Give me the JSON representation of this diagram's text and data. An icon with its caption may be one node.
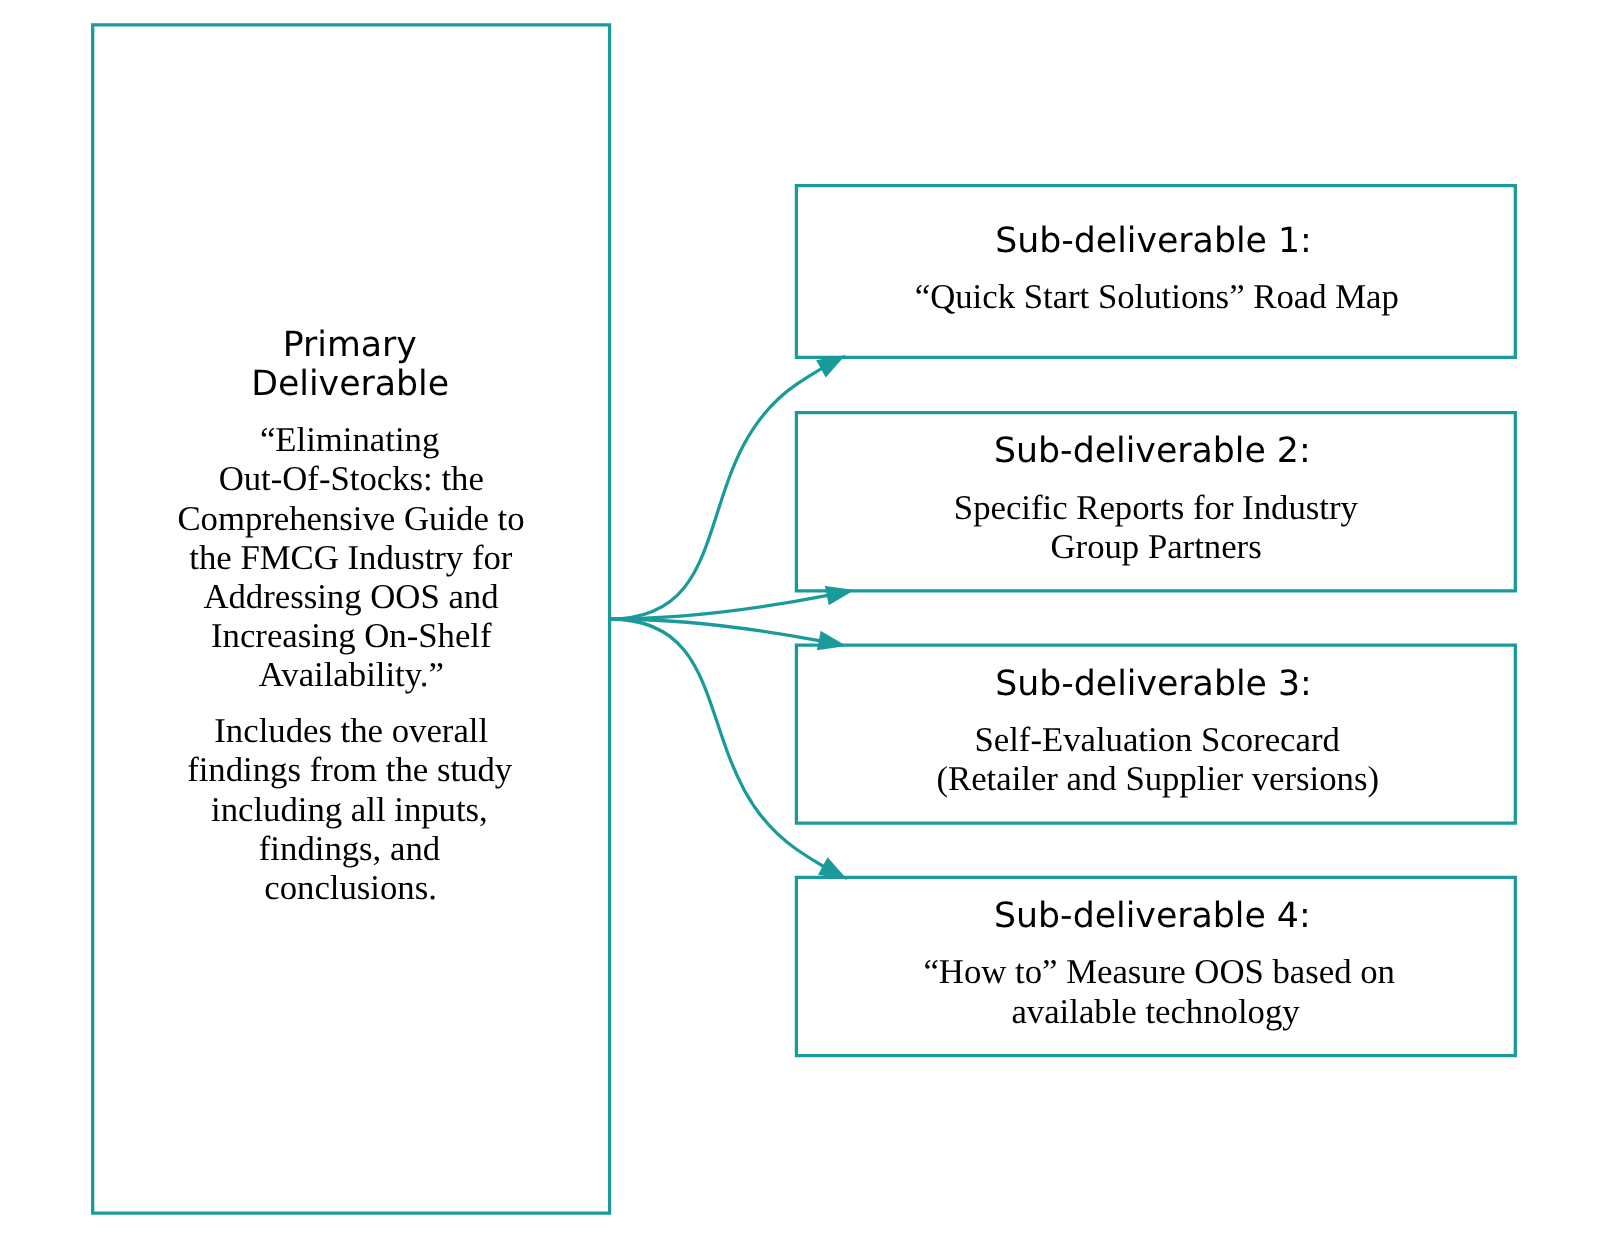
{
  "diagram": {
    "nodes": [
      {
        "text": [
          "Primary Deliverable",
          "“Eliminating Out-Of-Stocks: the Comprehensive Guide to the FMCG Industry for Addressing OOS and Increasing On-Shelf Availability.”",
          "Includes the overall findings from the study including all inputs, findings, and conclusions."
        ]
      },
      {
        "text": [
          "Sub-deliverable 1:",
          "“Quick Start Solutions” Road Map"
        ]
      },
      {
        "text": [
          "Sub-deliverable 2:",
          "Specific Reports for Industry Group Partners"
        ]
      },
      {
        "text": [
          "Sub-deliverable 3:",
          "Self-Evaluation Scorecard (Retailer and Supplier versions)"
        ]
      },
      {
        "text": [
          "Sub-deliverable 4:",
          "“How to” Measure OOS based on available technology"
        ]
      }
    ],
    "edges": [
      {
        "from": 0,
        "to": 1,
        "arrow": "to"
      },
      {
        "from": 0,
        "to": 2,
        "arrow": "to"
      },
      {
        "from": 0,
        "to": 3,
        "arrow": "to"
      },
      {
        "from": 0,
        "to": 4,
        "arrow": "to"
      }
    ]
  }
}
